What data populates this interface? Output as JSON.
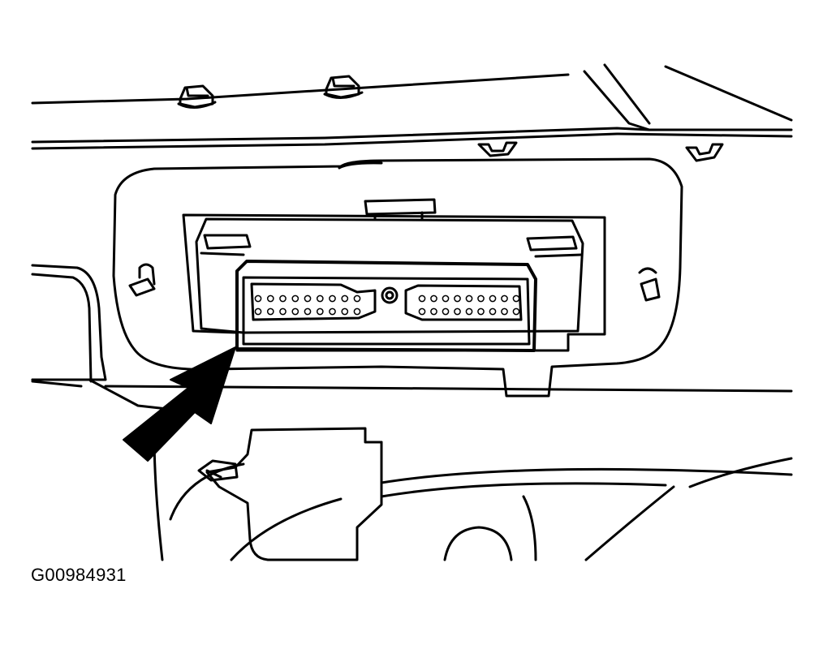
{
  "figure": {
    "code": "G00984931"
  },
  "colors": {
    "ink": "#000000",
    "paper": "#ffffff"
  },
  "connector": {
    "pin_rows": 2,
    "pins_per_block_row": 9
  }
}
